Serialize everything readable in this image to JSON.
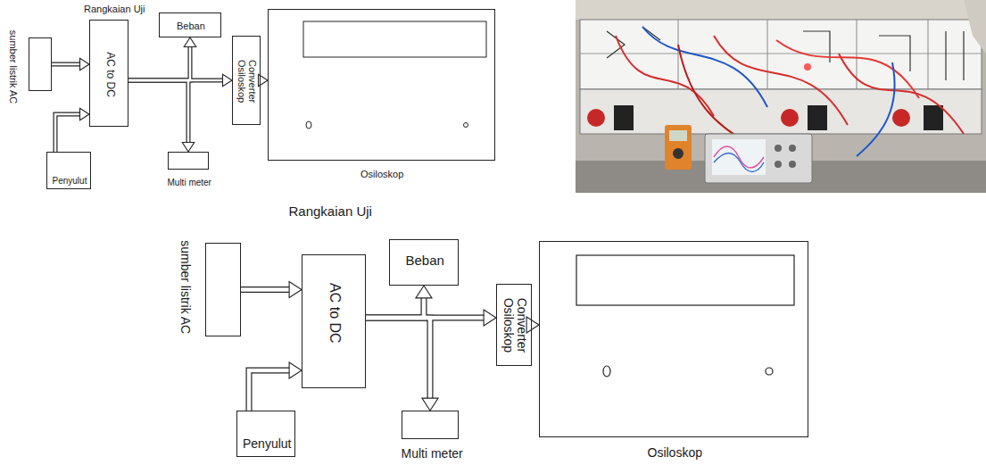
{
  "diagram": {
    "nodes": [
      {
        "text": [
          "sumber listrik AC"
        ]
      },
      {
        "text": [
          "AC to DC"
        ]
      },
      {
        "text": [
          "Beban"
        ]
      },
      {
        "text": [
          "Converter Osiloskop"
        ]
      },
      {
        "text": [
          "Osiloskop"
        ]
      },
      {
        "text": [
          "Penyulut"
        ]
      },
      {
        "text": [
          "Multi meter"
        ]
      },
      {
        "text": [
          "sumber listrik AC"
        ]
      },
      {
        "text": [
          "AC to DC"
        ]
      },
      {
        "text": [
          "Beban"
        ]
      },
      {
        "text": [
          "Converter Osiloskop"
        ]
      },
      {
        "text": [
          "Osiloskop"
        ]
      },
      {
        "text": [
          "Penyulut"
        ]
      },
      {
        "text": [
          "Multi meter"
        ]
      }
    ],
    "edges": [
      {
        "from": 0,
        "to": 1,
        "arrow": "to"
      },
      {
        "from": 5,
        "to": 1,
        "arrow": "to"
      },
      {
        "from": 1,
        "to": 2,
        "arrow": "to"
      },
      {
        "from": 1,
        "to": 3,
        "arrow": "to"
      },
      {
        "from": 1,
        "to": 6,
        "arrow": "to"
      },
      {
        "from": 3,
        "to": 4,
        "arrow": "to"
      },
      {
        "from": 7,
        "to": 8,
        "arrow": "to"
      },
      {
        "from": 12,
        "to": 8,
        "arrow": "to"
      },
      {
        "from": 8,
        "to": 9,
        "arrow": "to"
      },
      {
        "from": 8,
        "to": 10,
        "arrow": "to"
      },
      {
        "from": 8,
        "to": 13,
        "arrow": "to"
      },
      {
        "from": 10,
        "to": 11,
        "arrow": "to"
      }
    ],
    "labels": [
      "Rangkaian Uji",
      "Rangkaian Uji"
    ]
  }
}
